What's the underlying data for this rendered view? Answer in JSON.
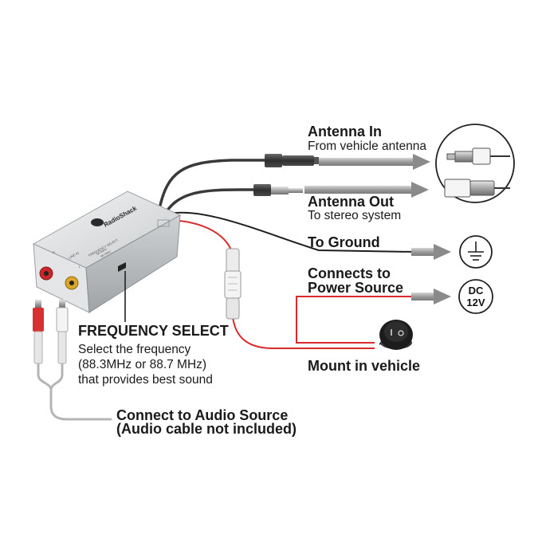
{
  "device": {
    "brand": "RadioShack",
    "jack_labels": [
      "R",
      "L",
      "LINE IN"
    ],
    "panel_text": [
      "FREQUENCY SELECT",
      "88.3MHz",
      "88.7MHz"
    ]
  },
  "labels": {
    "antenna_in": {
      "title": "Antenna In",
      "desc": "From vehicle antenna"
    },
    "antenna_out": {
      "title": "Antenna Out",
      "desc": "To stereo system"
    },
    "ground": {
      "title": "To Ground"
    },
    "power": {
      "title_line1": "Connects to",
      "title_line2": "Power Source",
      "symbol_line1": "DC",
      "symbol_line2": "12V"
    },
    "mount": {
      "title": "Mount in vehicle"
    },
    "frequency": {
      "title": "FREQUENCY SELECT",
      "line1": "Select the frequency",
      "line2": "(88.3MHz or 88.7 MHz)",
      "line3": "that provides best sound"
    },
    "audio": {
      "line1": "Connect to Audio Source",
      "line2": "(Audio cable not included)"
    }
  },
  "colors": {
    "wire_black": "#2b2b2b",
    "wire_red": "#d92b2b",
    "arrow_gray": "#8a8a8a",
    "device_silver": "#d8dadc",
    "audio_cable": "#b5b5b5"
  }
}
